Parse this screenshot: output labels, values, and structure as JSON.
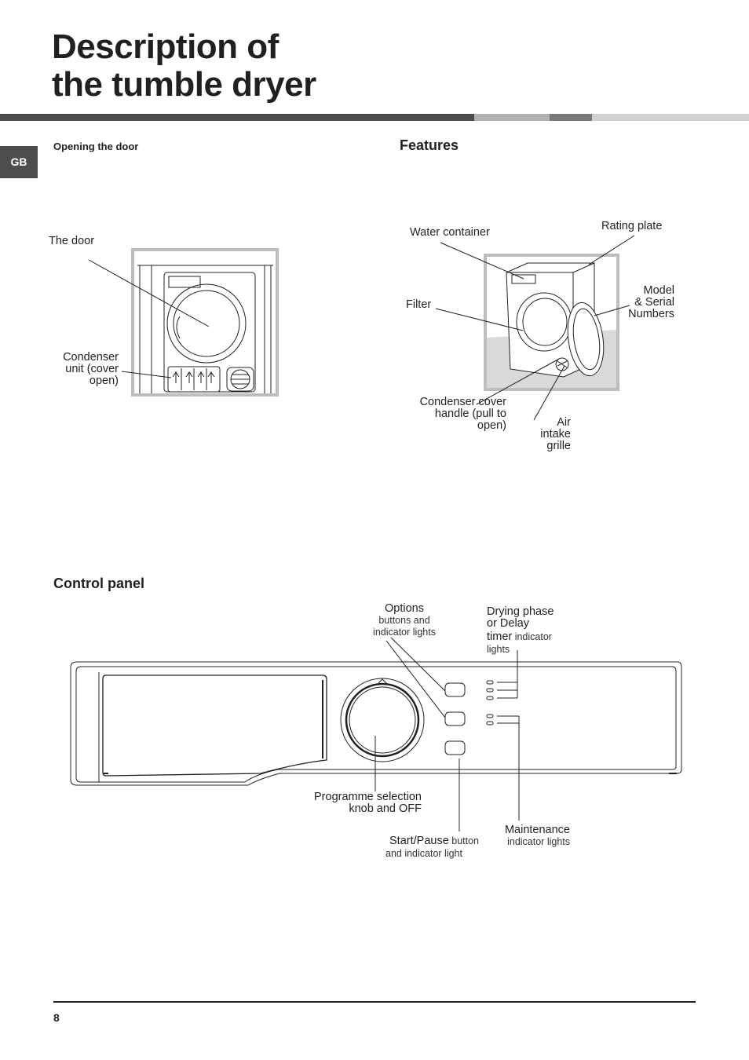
{
  "header": {
    "title_line1": "Description of",
    "title_line2": "the tumble dryer",
    "language_tab": "GB"
  },
  "opening_door": {
    "heading": "Opening the door",
    "labels": {
      "door": "The door",
      "condenser_line1": "Condenser",
      "condenser_line2": "unit (cover",
      "condenser_line3": "open)"
    }
  },
  "features": {
    "heading": "Features",
    "labels": {
      "water_container": "Water container",
      "rating_plate": "Rating plate",
      "filter": "Filter",
      "model_line1": "Model",
      "model_line2": "& Serial",
      "model_line3": "Numbers",
      "cover_line1": "Condenser cover",
      "cover_line2": "handle (pull to",
      "cover_line3": "open)",
      "air_line1": "Air",
      "air_line2": "intake",
      "air_line3": "grille"
    }
  },
  "control_panel": {
    "heading": "Control panel",
    "labels": {
      "options_title": "Options",
      "options_sub1": "buttons and",
      "options_sub2": "indicator lights",
      "drying_line1": "Drying phase",
      "drying_line2": "or Delay",
      "drying_bold3": "timer",
      "drying_rest3": " indicator",
      "drying_line4": "lights",
      "programme_line1": "Programme selection",
      "programme_line2": "knob and  OFF",
      "start_bold": "Start/Pause",
      "start_rest": " button",
      "start_line2": "and indicator light",
      "maint_title": "Maintenance",
      "maint_sub": "indicator lights"
    }
  },
  "footer": {
    "page_number": "8"
  },
  "colors": {
    "text": "#231f20",
    "rule_dark": "#4d4d4d",
    "rule_mid": "#b3b3b3",
    "rule_light": "#d1d1d1",
    "frame_grey": "#bdbdbd"
  }
}
